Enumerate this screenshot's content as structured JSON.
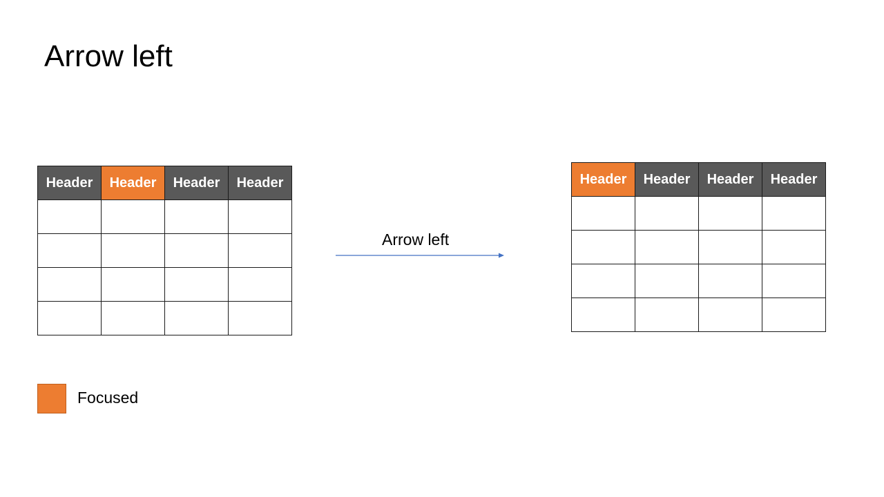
{
  "title": "Arrow left",
  "colors": {
    "focused": "#ed7d31",
    "header": "#595959",
    "arrow": "#4472c4"
  },
  "table_before": {
    "headers": [
      "Header",
      "Header",
      "Header",
      "Header"
    ],
    "focused_index": 1,
    "body_rows": 4
  },
  "table_after": {
    "headers": [
      "Header",
      "Header",
      "Header",
      "Header"
    ],
    "focused_index": 0,
    "body_rows": 4
  },
  "transition": {
    "label": "Arrow left"
  },
  "legend": {
    "label": "Focused"
  }
}
